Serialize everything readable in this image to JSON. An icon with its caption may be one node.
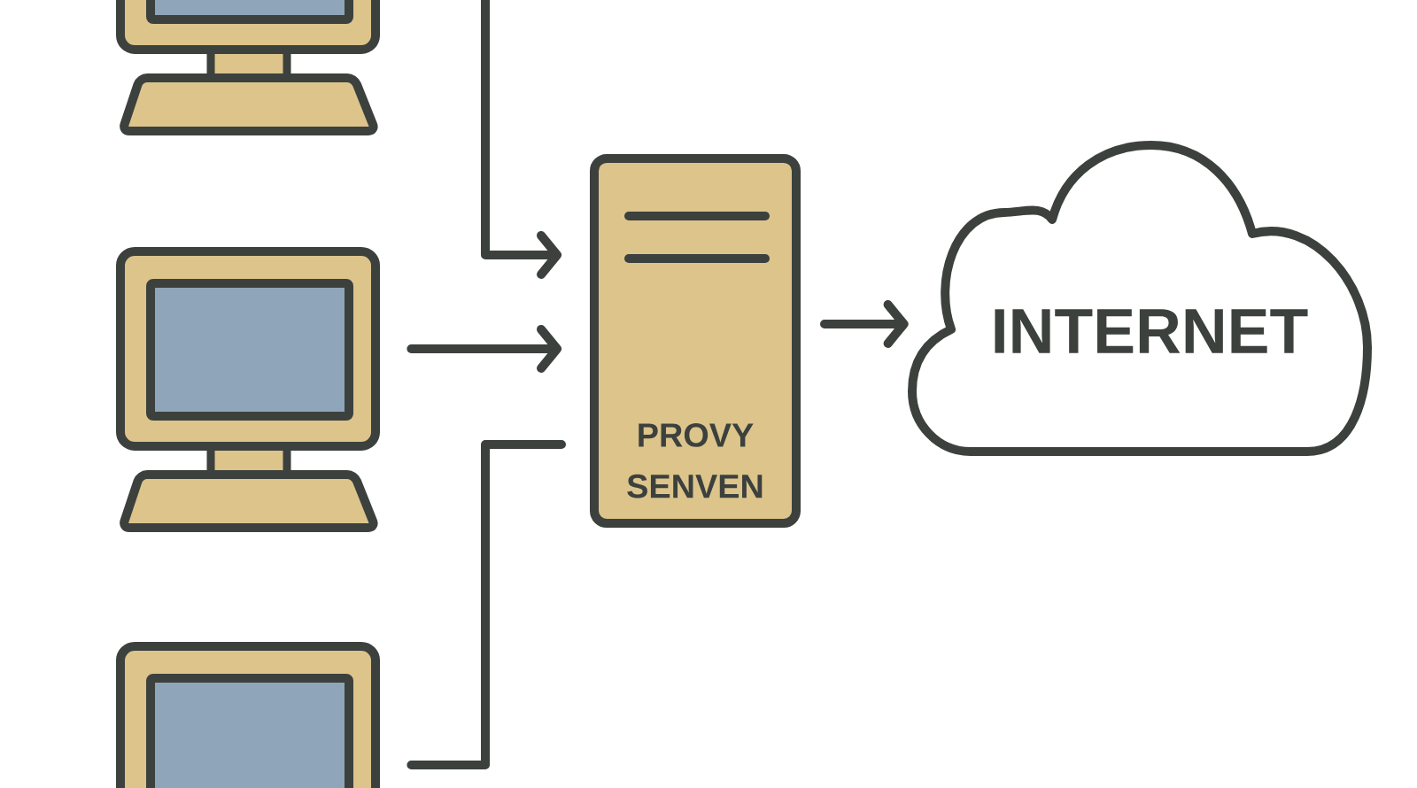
{
  "diagram": {
    "nodes": [
      {
        "text": [],
        "shape": "computer"
      },
      {
        "text": [],
        "shape": "computer"
      },
      {
        "text": [],
        "shape": "computer"
      },
      {
        "text": [
          "PROVY SENVEN"
        ]
      },
      {
        "text": [
          "INTERNET"
        ]
      }
    ],
    "edges": [
      {
        "from": null,
        "to": 3,
        "arrow": "to"
      },
      {
        "from": 1,
        "to": 3,
        "arrow": "to"
      },
      {
        "from": 2,
        "to": 3,
        "arrow": "none"
      },
      {
        "from": 3,
        "to": 4,
        "arrow": "to"
      }
    ]
  }
}
